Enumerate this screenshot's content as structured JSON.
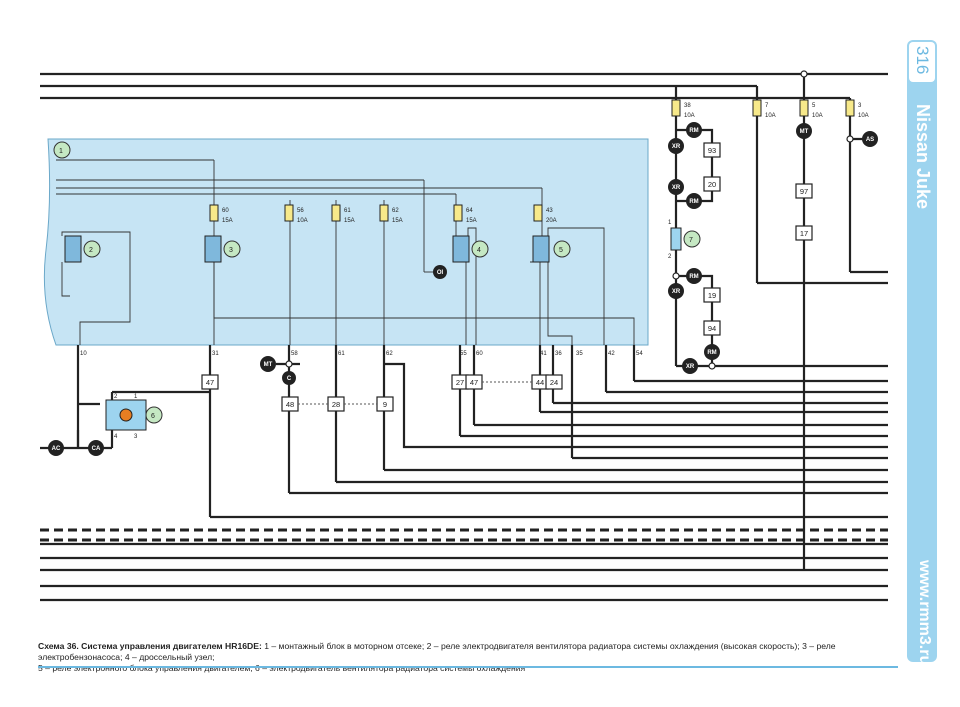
{
  "side": {
    "page_number": "316",
    "model": "Nissan Juke",
    "website": "www.rmm3.ru"
  },
  "caption": {
    "title": "Схема 36. Система управления двигателем HR16DE:",
    "text_line1": " 1 – монтажный блок в моторном отсеке; 2 – реле электродвигателя вентилятора радиатора системы охлаждения (высокая скорость); 3 – реле электробензонасоса; 4 – дроссельный узел;",
    "text_line2": "5 – реле электронного блока управления двигателем; 6 – электродвигатель вентилятора радиатора системы охлаждения"
  },
  "block": {
    "number": "1"
  },
  "relays": [
    {
      "number": "2"
    },
    {
      "number": "3"
    },
    {
      "number": "4"
    },
    {
      "number": "5"
    },
    {
      "number": "6"
    },
    {
      "number": "7"
    }
  ],
  "fuses_in_block": [
    {
      "number": "60",
      "rating": "15A"
    },
    {
      "number": "56",
      "rating": "10A"
    },
    {
      "number": "61",
      "rating": "15A"
    },
    {
      "number": "62",
      "rating": "15A"
    },
    {
      "number": "64",
      "rating": "15A"
    },
    {
      "number": "43",
      "rating": "20A"
    }
  ],
  "fuses_top": [
    {
      "number": "38",
      "rating": "10A"
    },
    {
      "number": "7",
      "rating": "10A"
    },
    {
      "number": "5",
      "rating": "10A"
    },
    {
      "number": "3",
      "rating": "10A"
    }
  ],
  "pins": [
    "10",
    "31",
    "58",
    "61",
    "62",
    "55",
    "60",
    "41",
    "36",
    "35",
    "42",
    "54"
  ],
  "connectors": [
    "AC",
    "CA",
    "MT",
    "C",
    "OI",
    "RM",
    "XR",
    "AS"
  ],
  "motor_pins": [
    "2",
    "1",
    "4",
    "3"
  ],
  "relay7_pins": [
    "1",
    "2"
  ],
  "wire_boxes": [
    "47",
    "48",
    "28",
    "9",
    "27",
    "47",
    "44",
    "24",
    "93",
    "20",
    "19",
    "94",
    "97",
    "17"
  ]
}
